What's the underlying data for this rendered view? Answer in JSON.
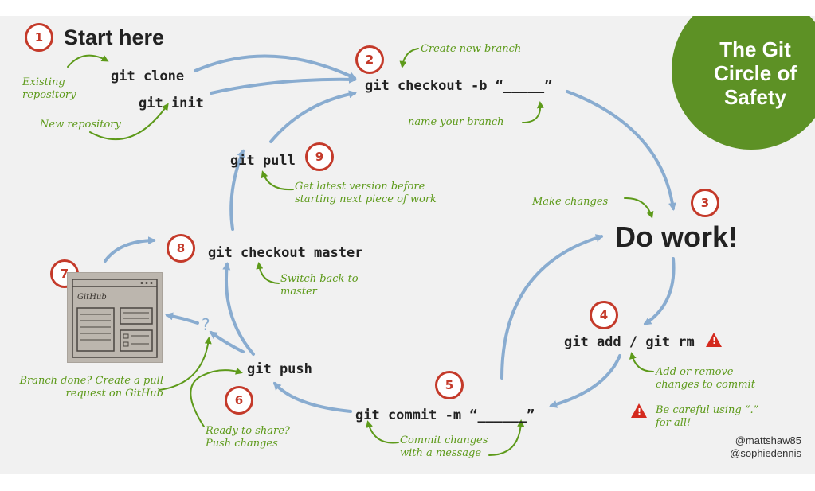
{
  "title": "The Git Circle of Safety",
  "start_here": "Start here",
  "do_work": "Do work!",
  "commands": {
    "clone": "git clone",
    "init": "git init",
    "checkout_b": "git checkout -b “_____”",
    "pull": "git pull",
    "checkout_master": "git checkout master",
    "add_rm": "git add / git rm",
    "push": "git push",
    "commit": "git commit -m “______”"
  },
  "notes": {
    "existing_repo": "Existing repository",
    "new_repo": "New repository",
    "create_branch": "Create new branch",
    "name_branch": "name your branch",
    "get_latest": "Get latest version before starting next piece of work",
    "make_changes": "Make changes",
    "switch_back": "Switch back to master",
    "add_remove": "Add or remove changes to commit",
    "careful": "Be careful using “.” for all!",
    "branch_done": "Branch done? Create a pull request on GitHub",
    "ready_share": "Ready to share? Push changes",
    "commit_msg": "Commit changes with a message"
  },
  "badges": [
    "1",
    "2",
    "3",
    "4",
    "5",
    "6",
    "7",
    "8",
    "9"
  ],
  "question_mark": "?",
  "warning_glyph": "!",
  "sketch_label": "GitHub",
  "credits": [
    "@mattshaw85",
    "@sophiedennis"
  ],
  "colors": {
    "background": "#f1f1f1",
    "arrow_blue": "#89acd0",
    "note_green": "#5d9a1a",
    "badge_red": "#c43a2a",
    "circle_green": "#5d9125",
    "warning_red": "#d42a1e"
  }
}
